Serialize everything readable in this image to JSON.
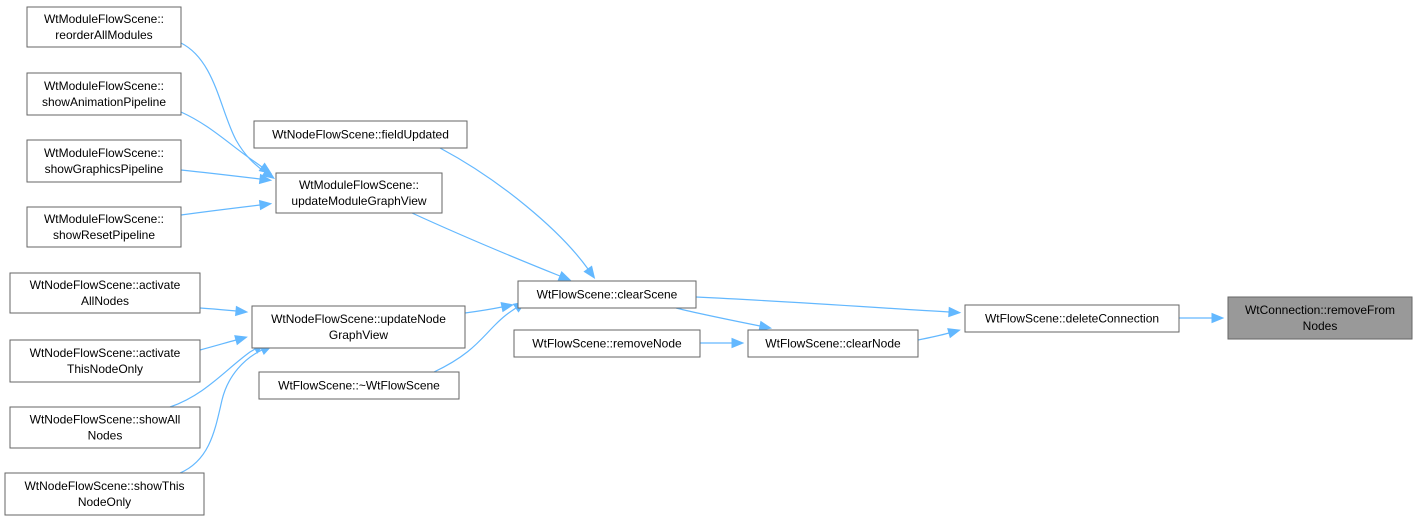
{
  "graph": {
    "nodes": [
      {
        "id": "removeFromNodes",
        "lines": [
          "WtConnection::removeFrom",
          "Nodes"
        ],
        "focus": true
      },
      {
        "id": "deleteConnection",
        "lines": [
          "WtFlowScene::deleteConnection"
        ]
      },
      {
        "id": "clearScene",
        "lines": [
          "WtFlowScene::clearScene"
        ]
      },
      {
        "id": "clearNode",
        "lines": [
          "WtFlowScene::clearNode"
        ]
      },
      {
        "id": "removeNode",
        "lines": [
          "WtFlowScene::removeNode"
        ]
      },
      {
        "id": "fieldUpdated",
        "lines": [
          "WtNodeFlowScene::fieldUpdated"
        ]
      },
      {
        "id": "updateModuleGraphView",
        "lines": [
          "WtModuleFlowScene::",
          "updateModuleGraphView"
        ]
      },
      {
        "id": "updateNodeGraphView",
        "lines": [
          "WtNodeFlowScene::updateNode",
          "GraphView"
        ]
      },
      {
        "id": "dtor",
        "lines": [
          "WtFlowScene::~WtFlowScene"
        ]
      },
      {
        "id": "reorderAllModules",
        "lines": [
          "WtModuleFlowScene::",
          "reorderAllModules"
        ]
      },
      {
        "id": "showAnimationPipeline",
        "lines": [
          "WtModuleFlowScene::",
          "showAnimationPipeline"
        ]
      },
      {
        "id": "showGraphicsPipeline",
        "lines": [
          "WtModuleFlowScene::",
          "showGraphicsPipeline"
        ]
      },
      {
        "id": "showResetPipeline",
        "lines": [
          "WtModuleFlowScene::",
          "showResetPipeline"
        ]
      },
      {
        "id": "activateAllNodes",
        "lines": [
          "WtNodeFlowScene::activate",
          "AllNodes"
        ]
      },
      {
        "id": "activateThisNodeOnly",
        "lines": [
          "WtNodeFlowScene::activate",
          "ThisNodeOnly"
        ]
      },
      {
        "id": "showAllNodes",
        "lines": [
          "WtNodeFlowScene::showAll",
          "Nodes"
        ]
      },
      {
        "id": "showThisNodeOnly",
        "lines": [
          "WtNodeFlowScene::showThis",
          "NodeOnly"
        ]
      }
    ],
    "edges": [
      {
        "from": "deleteConnection",
        "to": "removeFromNodes"
      },
      {
        "from": "clearScene",
        "to": "deleteConnection"
      },
      {
        "from": "clearNode",
        "to": "deleteConnection"
      },
      {
        "from": "clearScene",
        "to": "clearNode"
      },
      {
        "from": "removeNode",
        "to": "clearNode"
      },
      {
        "from": "fieldUpdated",
        "to": "clearScene"
      },
      {
        "from": "updateModuleGraphView",
        "to": "clearScene"
      },
      {
        "from": "updateNodeGraphView",
        "to": "clearScene"
      },
      {
        "from": "dtor",
        "to": "clearScene"
      },
      {
        "from": "reorderAllModules",
        "to": "updateModuleGraphView"
      },
      {
        "from": "showAnimationPipeline",
        "to": "updateModuleGraphView"
      },
      {
        "from": "showGraphicsPipeline",
        "to": "updateModuleGraphView"
      },
      {
        "from": "showResetPipeline",
        "to": "updateModuleGraphView"
      },
      {
        "from": "activateAllNodes",
        "to": "updateNodeGraphView"
      },
      {
        "from": "activateThisNodeOnly",
        "to": "updateNodeGraphView"
      },
      {
        "from": "showAllNodes",
        "to": "updateNodeGraphView"
      },
      {
        "from": "showThisNodeOnly",
        "to": "updateNodeGraphView"
      }
    ]
  }
}
